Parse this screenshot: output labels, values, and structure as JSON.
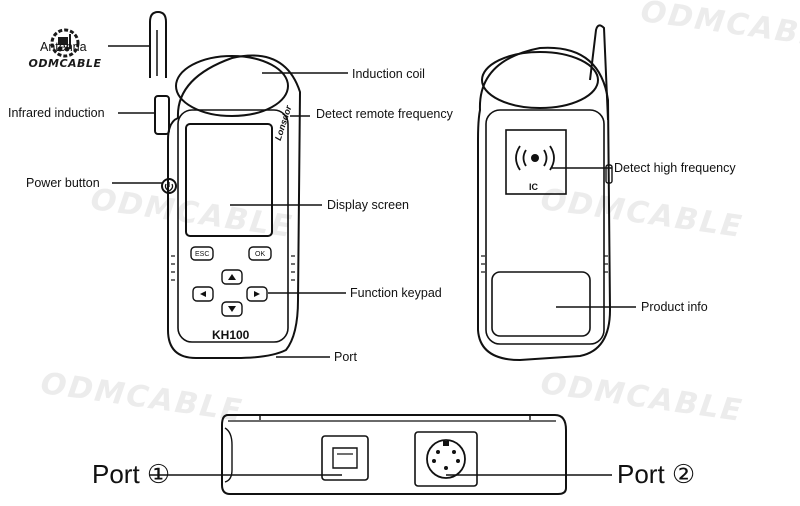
{
  "watermark": "ODMCABLE",
  "logo": {
    "text": "ODMCABLE"
  },
  "front": {
    "brand": "Lonsdor",
    "model": "KH100",
    "keys": {
      "esc": "ESC",
      "ok": "OK"
    }
  },
  "back": {
    "chip_text": "IC"
  },
  "labels": {
    "antenna": "Antenna",
    "infrared": "Infrared induction",
    "power": "Power button",
    "induction_coil": "Induction coil",
    "detect_remote": "Detect remote frequency",
    "display": "Display screen",
    "keypad": "Function keypad",
    "port": "Port",
    "detect_high": "Detect high frequency",
    "product_info": "Product info"
  },
  "bottom": {
    "port1": "Port ①",
    "port2": "Port ②"
  }
}
